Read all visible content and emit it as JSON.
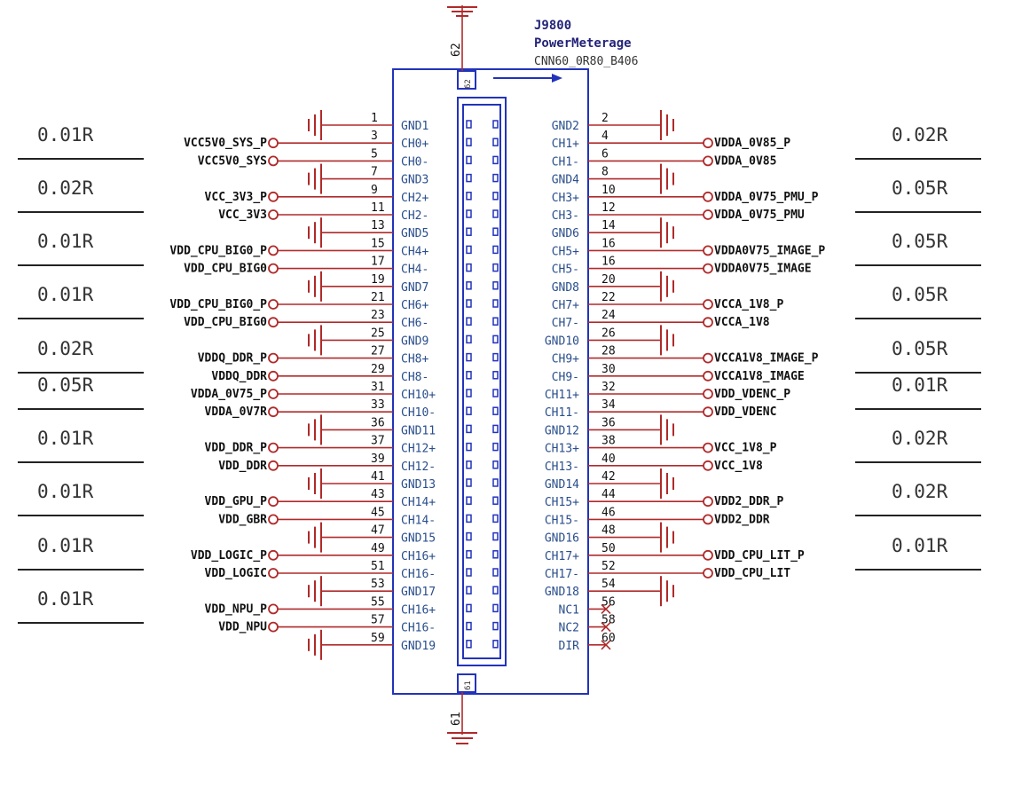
{
  "component": {
    "ref": "J9800",
    "value": "PowerMeterage",
    "footprint": "CNN60_0R80_B406",
    "top_pin": "62",
    "bottom_pin": "61",
    "inner_top_label": "62",
    "inner_bottom_label": "61"
  },
  "left_rows": [
    {
      "num": "1",
      "pin": "GND1",
      "net": "",
      "gnd": true
    },
    {
      "num": "3",
      "pin": "CH0+",
      "net": "VCC5V0_SYS_P",
      "gnd": false
    },
    {
      "num": "5",
      "pin": "CH0-",
      "net": "VCC5V0_SYS",
      "gnd": false
    },
    {
      "num": "7",
      "pin": "GND3",
      "net": "",
      "gnd": true
    },
    {
      "num": "9",
      "pin": "CH2+",
      "net": "VCC_3V3_P",
      "gnd": false
    },
    {
      "num": "11",
      "pin": "CH2-",
      "net": "VCC_3V3",
      "gnd": false
    },
    {
      "num": "13",
      "pin": "GND5",
      "net": "",
      "gnd": true
    },
    {
      "num": "15",
      "pin": "CH4+",
      "net": "VDD_CPU_BIG0_P",
      "gnd": false
    },
    {
      "num": "17",
      "pin": "CH4-",
      "net": "VDD_CPU_BIG0",
      "gnd": false
    },
    {
      "num": "19",
      "pin": "GND7",
      "net": "",
      "gnd": true
    },
    {
      "num": "21",
      "pin": "CH6+",
      "net": "VDD_CPU_BIG0_P",
      "gnd": false
    },
    {
      "num": "23",
      "pin": "CH6-",
      "net": "VDD_CPU_BIG0",
      "gnd": false
    },
    {
      "num": "25",
      "pin": "GND9",
      "net": "",
      "gnd": true
    },
    {
      "num": "27",
      "pin": "CH8+",
      "net": "VDDQ_DDR_P",
      "gnd": false
    },
    {
      "num": "29",
      "pin": "CH8-",
      "net": "VDDQ_DDR",
      "gnd": false
    },
    {
      "num": "31",
      "pin": "CH10+",
      "net": "VDDA_0V75_P",
      "gnd": false
    },
    {
      "num": "33",
      "pin": "CH10-",
      "net": "VDDA_0V7R",
      "gnd": false
    },
    {
      "num": "36",
      "pin": "GND11",
      "net": "",
      "gnd": true
    },
    {
      "num": "37",
      "pin": "CH12+",
      "net": "VDD_DDR_P",
      "gnd": false
    },
    {
      "num": "39",
      "pin": "CH12-",
      "net": "VDD_DDR",
      "gnd": false
    },
    {
      "num": "41",
      "pin": "GND13",
      "net": "",
      "gnd": true
    },
    {
      "num": "43",
      "pin": "CH14+",
      "net": "VDD_GPU_P",
      "gnd": false
    },
    {
      "num": "45",
      "pin": "CH14-",
      "net": "VDD_GBR",
      "gnd": false
    },
    {
      "num": "47",
      "pin": "GND15",
      "net": "",
      "gnd": true
    },
    {
      "num": "49",
      "pin": "CH16+",
      "net": "VDD_LOGIC_P",
      "gnd": false
    },
    {
      "num": "51",
      "pin": "CH16-",
      "net": "VDD_LOGIC",
      "gnd": false
    },
    {
      "num": "53",
      "pin": "GND17",
      "net": "",
      "gnd": true
    },
    {
      "num": "55",
      "pin": "CH16+",
      "net": "VDD_NPU_P",
      "gnd": false
    },
    {
      "num": "57",
      "pin": "CH16-",
      "net": "VDD_NPU",
      "gnd": false
    },
    {
      "num": "59",
      "pin": "GND19",
      "net": "",
      "gnd": true
    }
  ],
  "right_rows": [
    {
      "num": "2",
      "pin": "GND2",
      "net": "",
      "gnd": true,
      "nc": false
    },
    {
      "num": "4",
      "pin": "CH1+",
      "net": "VDDA_0V85_P",
      "gnd": false,
      "nc": false
    },
    {
      "num": "6",
      "pin": "CH1-",
      "net": "VDDA_0V85",
      "gnd": false,
      "nc": false
    },
    {
      "num": "8",
      "pin": "GND4",
      "net": "",
      "gnd": true,
      "nc": false
    },
    {
      "num": "10",
      "pin": "CH3+",
      "net": "VDDA_0V75_PMU_P",
      "gnd": false,
      "nc": false
    },
    {
      "num": "12",
      "pin": "CH3-",
      "net": "VDDA_0V75_PMU",
      "gnd": false,
      "nc": false
    },
    {
      "num": "14",
      "pin": "GND6",
      "net": "",
      "gnd": true,
      "nc": false
    },
    {
      "num": "16",
      "pin": "CH5+",
      "net": "VDDA0V75_IMAGE_P",
      "gnd": false,
      "nc": false
    },
    {
      "num": "16",
      "pin": "CH5-",
      "net": "VDDA0V75_IMAGE",
      "gnd": false,
      "nc": false
    },
    {
      "num": "20",
      "pin": "GND8",
      "net": "",
      "gnd": true,
      "nc": false
    },
    {
      "num": "22",
      "pin": "CH7+",
      "net": "VCCA_1V8_P",
      "gnd": false,
      "nc": false
    },
    {
      "num": "24",
      "pin": "CH7-",
      "net": "VCCA_1V8",
      "gnd": false,
      "nc": false
    },
    {
      "num": "26",
      "pin": "GND10",
      "net": "",
      "gnd": true,
      "nc": false
    },
    {
      "num": "28",
      "pin": "CH9+",
      "net": "VCCA1V8_IMAGE_P",
      "gnd": false,
      "nc": false
    },
    {
      "num": "30",
      "pin": "CH9-",
      "net": "VCCA1V8_IMAGE",
      "gnd": false,
      "nc": false
    },
    {
      "num": "32",
      "pin": "CH11+",
      "net": "VDD_VDENC_P",
      "gnd": false,
      "nc": false
    },
    {
      "num": "34",
      "pin": "CH11-",
      "net": "VDD_VDENC",
      "gnd": false,
      "nc": false
    },
    {
      "num": "36",
      "pin": "GND12",
      "net": "",
      "gnd": true,
      "nc": false
    },
    {
      "num": "38",
      "pin": "CH13+",
      "net": "VCC_1V8_P",
      "gnd": false,
      "nc": false
    },
    {
      "num": "40",
      "pin": "CH13-",
      "net": "VCC_1V8",
      "gnd": false,
      "nc": false
    },
    {
      "num": "42",
      "pin": "GND14",
      "net": "",
      "gnd": true,
      "nc": false
    },
    {
      "num": "44",
      "pin": "CH15+",
      "net": "VDD2_DDR_P",
      "gnd": false,
      "nc": false
    },
    {
      "num": "46",
      "pin": "CH15-",
      "net": "VDD2_DDR",
      "gnd": false,
      "nc": false
    },
    {
      "num": "48",
      "pin": "GND16",
      "net": "",
      "gnd": true,
      "nc": false
    },
    {
      "num": "50",
      "pin": "CH17+",
      "net": "VDD_CPU_LIT_P",
      "gnd": false,
      "nc": false
    },
    {
      "num": "52",
      "pin": "CH17-",
      "net": "VDD_CPU_LIT",
      "gnd": false,
      "nc": false
    },
    {
      "num": "54",
      "pin": "GND18",
      "net": "",
      "gnd": true,
      "nc": false
    },
    {
      "num": "56",
      "pin": "NC1",
      "net": "",
      "gnd": false,
      "nc": true
    },
    {
      "num": "58",
      "pin": "NC2",
      "net": "",
      "gnd": false,
      "nc": true
    },
    {
      "num": "60",
      "pin": "DIR",
      "net": "",
      "gnd": false,
      "nc": true
    }
  ],
  "resistors_left": [
    "0.01R",
    "0.02R",
    "0.01R",
    "0.01R",
    "0.02R",
    "0.05R",
    "0.01R",
    "0.01R",
    "0.01R",
    "0.01R"
  ],
  "resistors_right": [
    "0.02R",
    "0.05R",
    "0.05R",
    "0.05R",
    "0.05R",
    "0.01R",
    "0.02R",
    "0.02R",
    "0.01R"
  ]
}
